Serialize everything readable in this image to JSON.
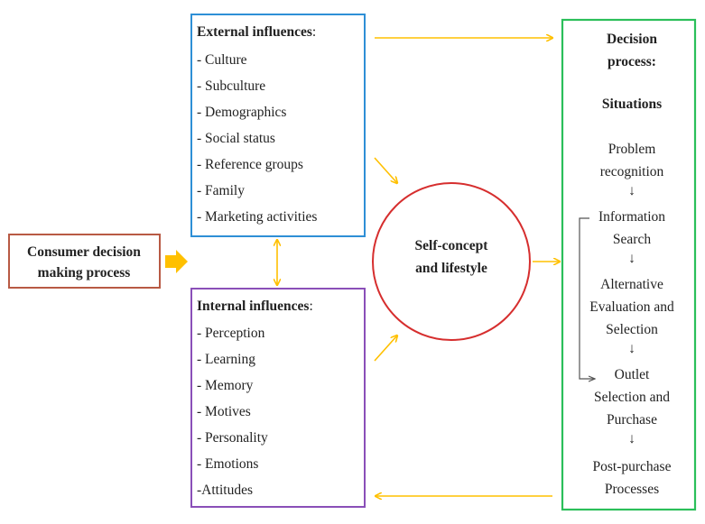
{
  "colors": {
    "arrow": "#FFC000",
    "external": "#2E8FD6",
    "internal": "#8A4FB8",
    "self": "#D62E2E",
    "decision": "#2BBF5A",
    "consumer": "#B85A44"
  },
  "consumer": {
    "line1": "Consumer decision",
    "line2": "making process"
  },
  "external": {
    "title": "External influences",
    "colon": ":",
    "items": [
      "- Culture",
      "- Subculture",
      "- Demographics",
      "- Social status",
      "- Reference  groups",
      "- Family",
      "- Marketing  activities"
    ]
  },
  "internal": {
    "title": "Internal influences",
    "colon": ":",
    "items": [
      "- Perception",
      "- Learning",
      "- Memory",
      "- Motives",
      "- Personality",
      "- Emotions",
      "-Attitudes"
    ]
  },
  "self": {
    "line1": "Self-concept",
    "line2": "and lifestyle"
  },
  "decision": {
    "title1": "Decision",
    "title2": "process:",
    "situations": "Situations",
    "steps": [
      [
        "Problem",
        "recognition"
      ],
      [
        "Information",
        "Search"
      ],
      [
        "Alternative",
        "Evaluation  and",
        "Selection"
      ],
      [
        "Outlet",
        "Selection  and",
        "Purchase"
      ],
      [
        "Post-purchase",
        "Processes"
      ]
    ],
    "step_arrow": "↓"
  }
}
